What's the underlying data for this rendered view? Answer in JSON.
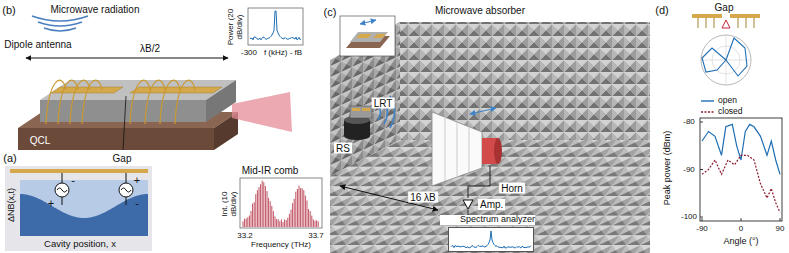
{
  "diagram": {
    "nodes": [
      {
        "text": [
          "Amp."
        ]
      },
      {
        "text": [
          "Spectrum analyzer"
        ]
      }
    ],
    "edges": [
      {
        "from": 0,
        "to": 1,
        "arrow": "none"
      }
    ],
    "labels": [
      "(a)",
      "ΔNB(x,t)",
      "-",
      "+",
      "+",
      "-",
      "Cavity position, x",
      "(b)",
      "Microwave radiation",
      "Dipole antenna",
      "λB/2",
      "QCL",
      "Gap",
      "Power (20 dB/div)",
      "-300",
      "f (kHz) - fB",
      "Mid-IR comb",
      "Int. (10 dB/div)",
      "33.2",
      "Frequency (THz)",
      "33.7",
      "(c)",
      "Microwave absorber",
      "LRT",
      "RS",
      "Horn",
      "16 λB",
      "(d)",
      "Gap",
      "Peak power (dBm)",
      "-80",
      "-90",
      "-100",
      "-90",
      "0",
      "90",
      "Angle (°)"
    ],
    "legend": [
      {
        "text": "open"
      },
      {
        "text": "closed"
      }
    ]
  }
}
